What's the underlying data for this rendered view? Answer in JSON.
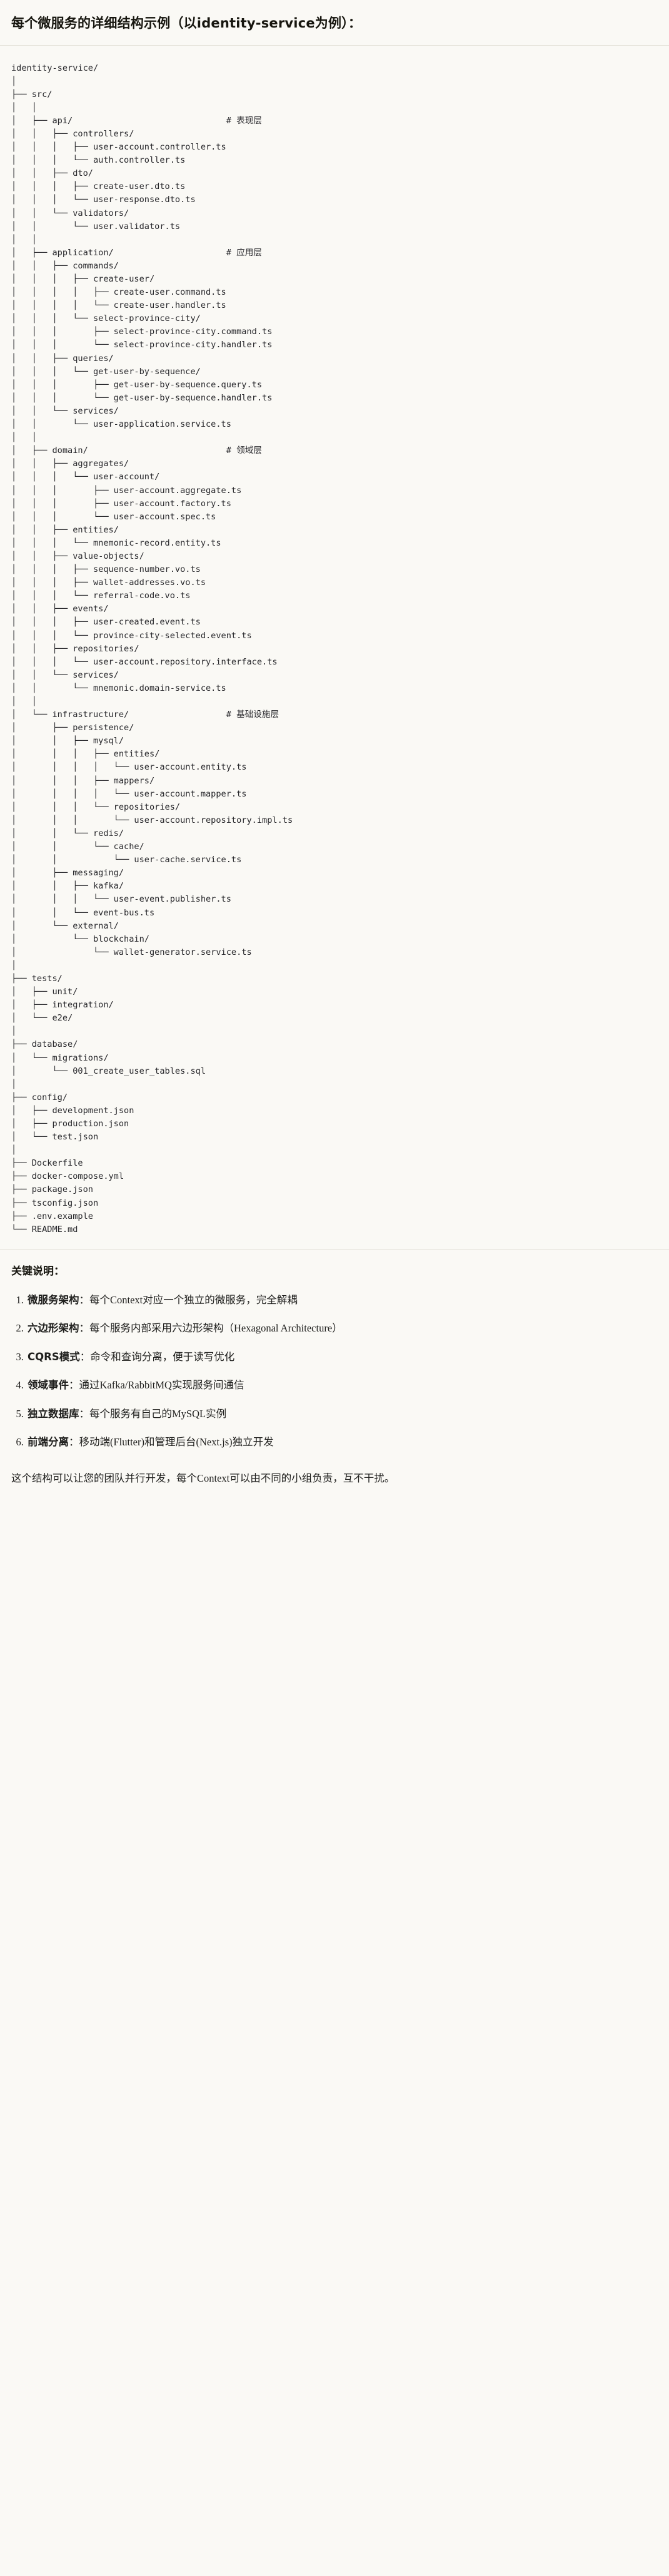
{
  "document": {
    "title": "每个微服务的详细结构示例（以identity-service为例）：",
    "notes_heading": "关键说明：",
    "closing": "这个结构可以让您的团队并行开发，每个Context可以由不同的小组负责，互不干扰。"
  },
  "tree": {
    "root": "identity-service/",
    "lines": [
      "identity-service/",
      "│",
      "├── src/",
      "│   │",
      "│   ├── api/                              # 表现层",
      "│   │   ├── controllers/",
      "│   │   │   ├── user-account.controller.ts",
      "│   │   │   └── auth.controller.ts",
      "│   │   ├── dto/",
      "│   │   │   ├── create-user.dto.ts",
      "│   │   │   └── user-response.dto.ts",
      "│   │   └── validators/",
      "│   │       └── user.validator.ts",
      "│   │",
      "│   ├── application/                      # 应用层",
      "│   │   ├── commands/",
      "│   │   │   ├── create-user/",
      "│   │   │   │   ├── create-user.command.ts",
      "│   │   │   │   └── create-user.handler.ts",
      "│   │   │   └── select-province-city/",
      "│   │   │       ├── select-province-city.command.ts",
      "│   │   │       └── select-province-city.handler.ts",
      "│   │   ├── queries/",
      "│   │   │   └── get-user-by-sequence/",
      "│   │   │       ├── get-user-by-sequence.query.ts",
      "│   │   │       └── get-user-by-sequence.handler.ts",
      "│   │   └── services/",
      "│   │       └── user-application.service.ts",
      "│   │",
      "│   ├── domain/                           # 领域层",
      "│   │   ├── aggregates/",
      "│   │   │   └── user-account/",
      "│   │   │       ├── user-account.aggregate.ts",
      "│   │   │       ├── user-account.factory.ts",
      "│   │   │       └── user-account.spec.ts",
      "│   │   ├── entities/",
      "│   │   │   └── mnemonic-record.entity.ts",
      "│   │   ├── value-objects/",
      "│   │   │   ├── sequence-number.vo.ts",
      "│   │   │   ├── wallet-addresses.vo.ts",
      "│   │   │   └── referral-code.vo.ts",
      "│   │   ├── events/",
      "│   │   │   ├── user-created.event.ts",
      "│   │   │   └── province-city-selected.event.ts",
      "│   │   ├── repositories/",
      "│   │   │   └── user-account.repository.interface.ts",
      "│   │   └── services/",
      "│   │       └── mnemonic.domain-service.ts",
      "│   │",
      "│   └── infrastructure/                   # 基础设施层",
      "│       ├── persistence/",
      "│       │   ├── mysql/",
      "│       │   │   ├── entities/",
      "│       │   │   │   └── user-account.entity.ts",
      "│       │   │   ├── mappers/",
      "│       │   │   │   └── user-account.mapper.ts",
      "│       │   │   └── repositories/",
      "│       │   │       └── user-account.repository.impl.ts",
      "│       │   └── redis/",
      "│       │       └── cache/",
      "│       │           └── user-cache.service.ts",
      "│       ├── messaging/",
      "│       │   ├── kafka/",
      "│       │   │   └── user-event.publisher.ts",
      "│       │   └── event-bus.ts",
      "│       └── external/",
      "│           └── blockchain/",
      "│               └── wallet-generator.service.ts",
      "│",
      "├── tests/",
      "│   ├── unit/",
      "│   ├── integration/",
      "│   └── e2e/",
      "│",
      "├── database/",
      "│   └── migrations/",
      "│       └── 001_create_user_tables.sql",
      "│",
      "├── config/",
      "│   ├── development.json",
      "│   ├── production.json",
      "│   └── test.json",
      "│",
      "├── Dockerfile",
      "├── docker-compose.yml",
      "├── package.json",
      "├── tsconfig.json",
      "├── .env.example",
      "└── README.md"
    ],
    "layer_comments": [
      "# 表现层",
      "# 应用层",
      "# 领域层",
      "# 基础设施层"
    ]
  },
  "notes": [
    {
      "index": "1.",
      "term": "微服务架构",
      "sep": "：",
      "desc": "每个Context对应一个独立的微服务，完全解耦"
    },
    {
      "index": "2.",
      "term": "六边形架构",
      "sep": "：",
      "desc": "每个服务内部采用六边形架构（Hexagonal Architecture）"
    },
    {
      "index": "3.",
      "term": "CQRS模式",
      "sep": "：",
      "desc": "命令和查询分离，便于读写优化"
    },
    {
      "index": "4.",
      "term": "领域事件",
      "sep": "：",
      "desc": "通过Kafka/RabbitMQ实现服务间通信"
    },
    {
      "index": "5.",
      "term": "独立数据库",
      "sep": "：",
      "desc": "每个服务有自己的MySQL实例"
    },
    {
      "index": "6.",
      "term": "前端分离",
      "sep": "：",
      "desc": "移动端(Flutter)和管理后台(Next.js)独立开发"
    }
  ],
  "colors": {
    "background": "#faf9f5",
    "text": "#1a1a18",
    "code_text": "#26262a",
    "divider": "#e3e1d8"
  }
}
